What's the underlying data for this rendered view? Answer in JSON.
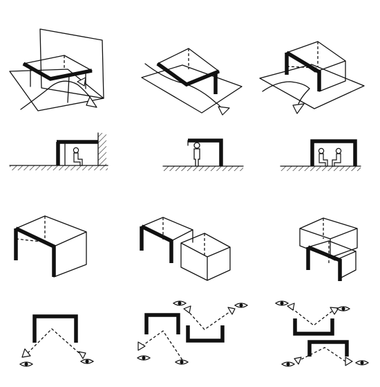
{
  "figure": {
    "rows": [
      {
        "row": 1,
        "view": "isometric-with-ground-plane",
        "cells": [
          "open-frame-with-wall",
          "open-frame-on-plane",
          "box-on-plane"
        ]
      },
      {
        "row": 2,
        "view": "section",
        "cells": [
          "shelter-against-wall-one-seated",
          "shelter-one-standing",
          "enclosure-two-seated"
        ]
      },
      {
        "row": 3,
        "view": "isometric",
        "cells": [
          "single-box",
          "two-boxes-staggered",
          "two-boxes-stacked"
        ]
      },
      {
        "row": 4,
        "view": "plan-with-view-paths",
        "cells": [
          "single-u-opening-down",
          "two-u-opposed",
          "two-u-stacked-opposed"
        ]
      }
    ],
    "icons": [
      "eye-icon",
      "person-icon",
      "arrow-icon"
    ]
  }
}
